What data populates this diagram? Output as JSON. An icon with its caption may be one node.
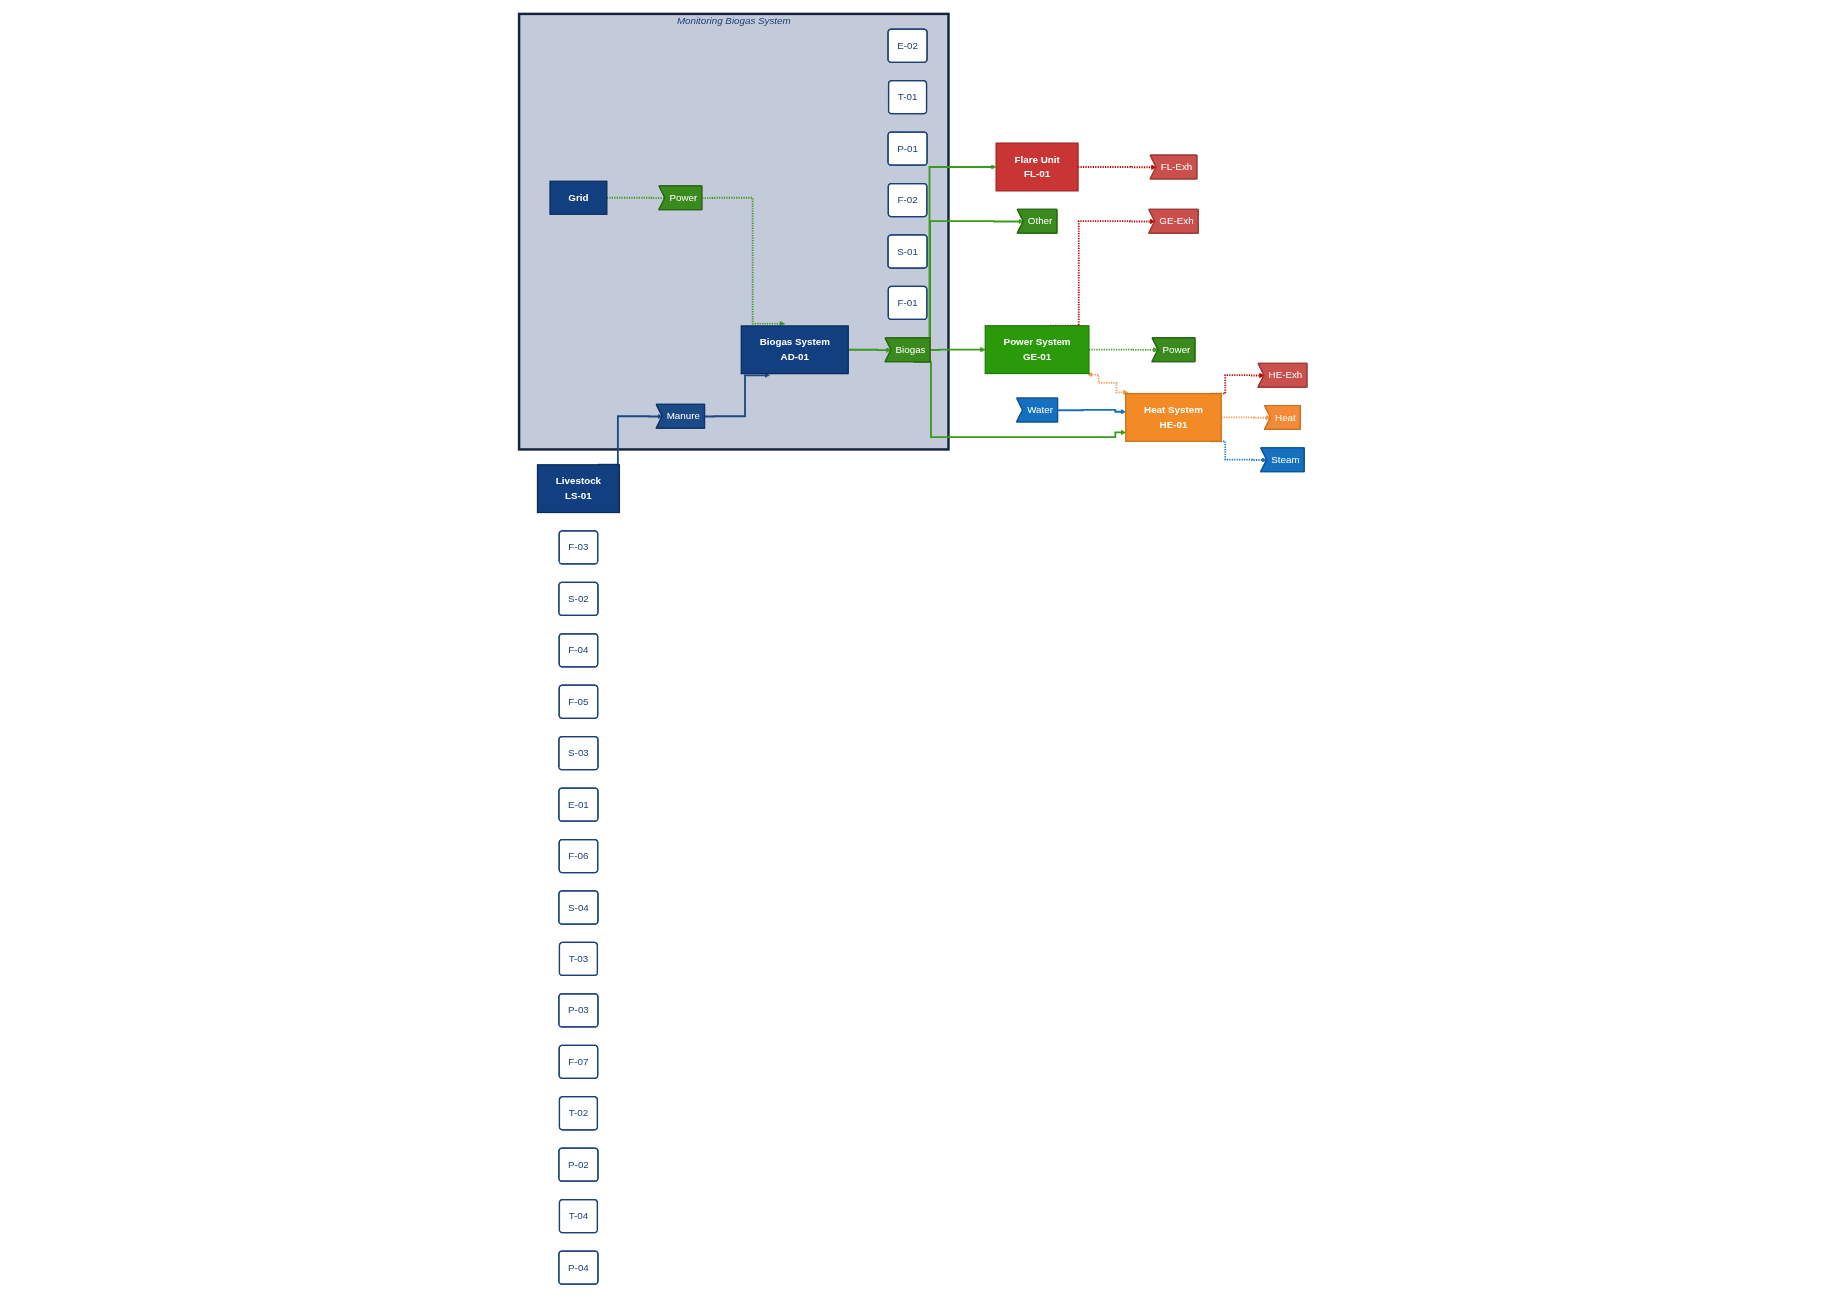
{
  "diagram": {
    "nodes": [
      {
        "text": [
          "Monitoring Biogas System"
        ]
      },
      {
        "text": [
          "Grid"
        ],
        "in": 0
      },
      {
        "text": [
          "E-02"
        ],
        "in": 0
      },
      {
        "text": [
          "Power"
        ],
        "in": 0
      },
      {
        "text": [
          "T-01"
        ],
        "in": 0
      },
      {
        "text": [
          "P-01"
        ],
        "in": 0
      },
      {
        "text": [
          "F-02"
        ],
        "in": 0
      },
      {
        "text": [
          "S-01"
        ],
        "in": 0
      },
      {
        "text": [
          "Biogas System",
          "AD-01"
        ],
        "in": 0
      },
      {
        "text": [
          "Biogas"
        ],
        "in": 0
      },
      {
        "text": [
          "Manure"
        ],
        "in": 0
      },
      {
        "text": [
          "F-01"
        ],
        "in": 0
      },
      {
        "text": [
          "F-03"
        ]
      },
      {
        "text": [
          "Flare Unit",
          "FL-01"
        ]
      },
      {
        "text": [
          "S-02"
        ]
      },
      {
        "text": [
          "FL-Exh"
        ]
      },
      {
        "text": [
          "F-04"
        ]
      },
      {
        "text": [
          "Other"
        ]
      },
      {
        "text": [
          "F-05"
        ]
      },
      {
        "text": [
          "Power System",
          "GE-01"
        ]
      },
      {
        "text": [
          "S-03"
        ]
      },
      {
        "text": [
          "GE-Exh"
        ]
      },
      {
        "text": [
          "E-01"
        ]
      },
      {
        "text": [
          "Power"
        ]
      },
      {
        "text": [
          "Livestock",
          "LS-01"
        ]
      },
      {
        "text": [
          "F-06"
        ]
      },
      {
        "text": [
          "Heat System",
          "HE-01"
        ]
      },
      {
        "text": [
          "S-04"
        ]
      },
      {
        "text": [
          "HE-Exh"
        ]
      },
      {
        "text": [
          "T-03"
        ]
      },
      {
        "text": [
          "P-03"
        ]
      },
      {
        "text": [
          "Heat"
        ]
      },
      {
        "text": [
          "F-07"
        ]
      },
      {
        "text": [
          "T-02"
        ]
      },
      {
        "text": [
          "P-02"
        ]
      },
      {
        "text": [
          "T-04"
        ]
      },
      {
        "text": [
          "P-04"
        ]
      },
      {
        "text": [
          "Water"
        ]
      },
      {
        "text": [
          "Steam"
        ]
      }
    ],
    "edges": [
      {
        "from": 1,
        "to": 3,
        "arrow": "none",
        "style": "dashed",
        "color": "#3a9a1e"
      },
      {
        "from": 3,
        "to": 8,
        "arrow": "to",
        "style": "dashed",
        "color": "#3a9a1e"
      },
      {
        "from": 24,
        "to": 10,
        "arrow": "to",
        "color": "#1c4a86"
      },
      {
        "from": 10,
        "to": 8,
        "arrow": "to",
        "color": "#1c4a86"
      },
      {
        "from": 8,
        "to": 9,
        "arrow": "to",
        "color": "#3a9a1e"
      },
      {
        "from": 9,
        "to": 13,
        "arrow": "to",
        "color": "#3a9a1e"
      },
      {
        "from": 9,
        "to": 17,
        "arrow": "to",
        "color": "#3a9a1e"
      },
      {
        "from": 9,
        "to": 19,
        "arrow": "to",
        "color": "#3a9a1e"
      },
      {
        "from": 9,
        "to": 26,
        "arrow": "to",
        "color": "#3a9a1e"
      },
      {
        "from": 13,
        "to": 15,
        "arrow": "to",
        "style": "dashed",
        "color": "#c00000"
      },
      {
        "from": 19,
        "to": 21,
        "arrow": "to",
        "style": "dashed",
        "color": "#c00000"
      },
      {
        "from": 19,
        "to": 23,
        "arrow": "to",
        "style": "dashed",
        "color": "#3a9a1e"
      },
      {
        "from": 19,
        "to": 26,
        "arrow": "both",
        "style": "dashed",
        "color": "#f79646"
      },
      {
        "from": 26,
        "to": 28,
        "arrow": "to",
        "style": "dashed",
        "color": "#c00000"
      },
      {
        "from": 26,
        "to": 31,
        "arrow": "to",
        "style": "dashed",
        "color": "#f79646"
      },
      {
        "from": 26,
        "to": 38,
        "arrow": "to",
        "style": "dashed",
        "color": "#1670c0"
      },
      {
        "from": 37,
        "to": 26,
        "arrow": "to",
        "color": "#1670c0"
      }
    ]
  }
}
